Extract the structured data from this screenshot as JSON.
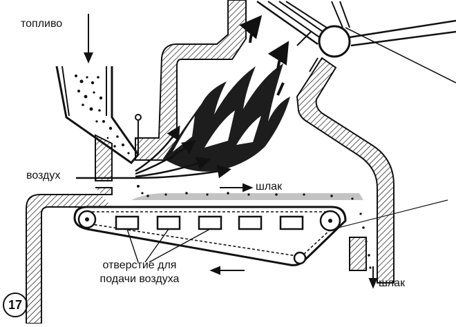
{
  "labels": {
    "fuel": "топливо",
    "air": "воздух",
    "slag_top": "шлак",
    "slag_bottom": "шлак",
    "air_holes_line1": "отверстие для",
    "air_holes_line2": "подачи воздуха"
  },
  "figure_number": "17",
  "colors": {
    "ink": "#111111",
    "background": "#ffffff"
  }
}
